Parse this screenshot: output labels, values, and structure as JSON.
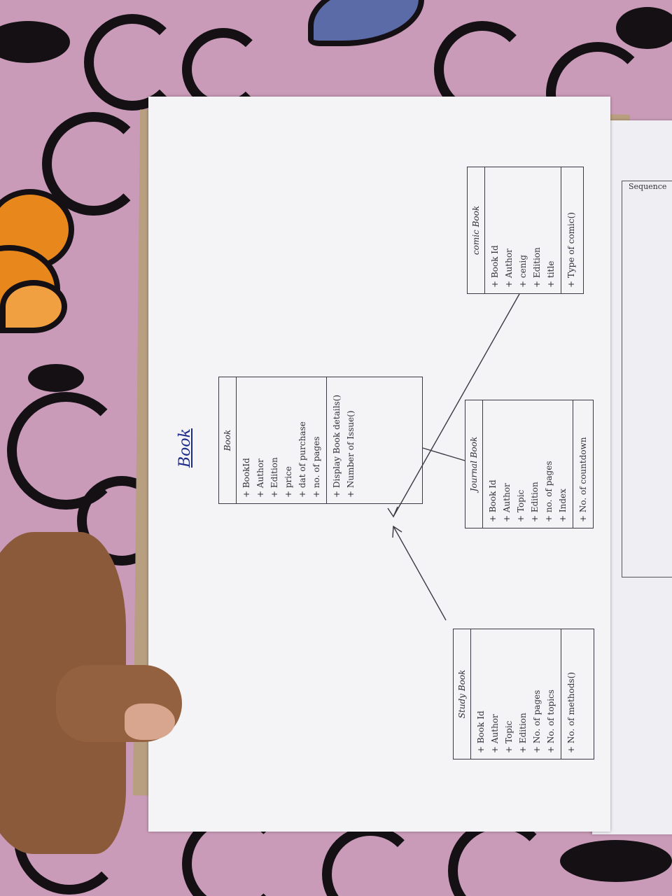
{
  "diagram": {
    "title": "Book",
    "classes": {
      "book": {
        "name": "Book",
        "attributes": [
          "+ BookId",
          "+ Author",
          "+ Edition",
          "+ price",
          "+ dat of purchase",
          "+ no. of pages"
        ],
        "operations": [
          "+ Display Book details()",
          "+ Number of Issue()"
        ]
      },
      "comic": {
        "name": "comic Book",
        "attributes": [
          "+ Book Id",
          "+ Author",
          "+ cenig",
          "+ Edition",
          "+ title"
        ],
        "operations": [
          "+ Type of comic()"
        ]
      },
      "journal": {
        "name": "Journal Book",
        "attributes": [
          "+ Book Id",
          "+ Author",
          "+ Topic",
          "+ Edition",
          "+ no. of pages",
          "+ Index"
        ],
        "operations": [
          "+ No. of countdown"
        ]
      },
      "study": {
        "name": "Study Book",
        "attributes": [
          "+ Book Id",
          "+ Author",
          "+ Topic",
          "+ Edition",
          "+ No. of pages",
          "+ No. of topics"
        ],
        "operations": [
          "+ No. of methods()"
        ]
      }
    }
  },
  "right_page": {
    "label": "Sequence"
  },
  "colors": {
    "pencil": "#2f2f37",
    "ink_blue": "#1c2a8a",
    "paper": "#f4f3f6",
    "fabric": "#c99bb8"
  }
}
